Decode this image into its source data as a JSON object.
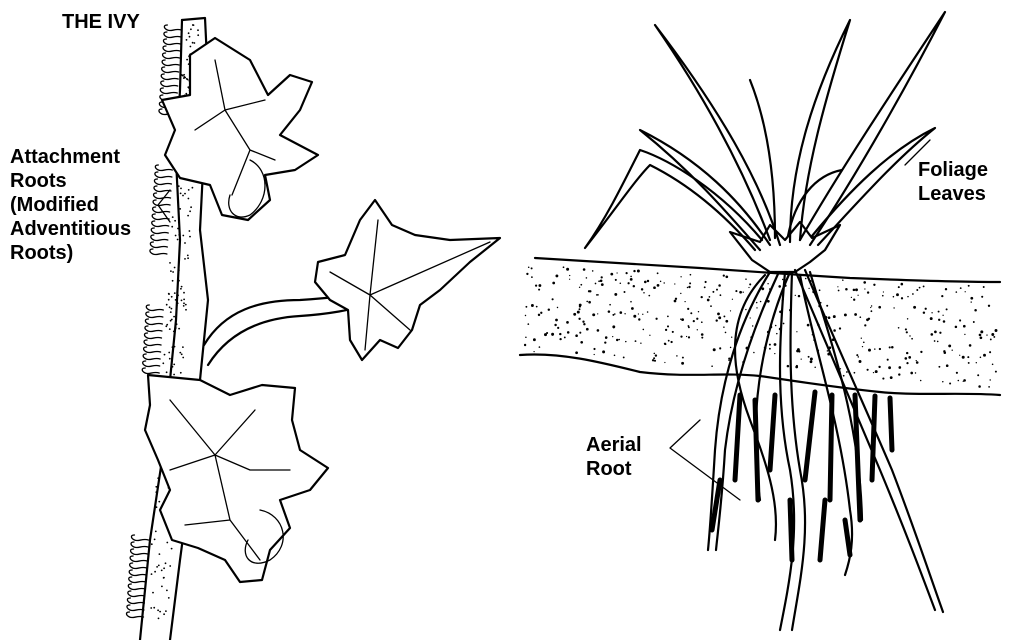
{
  "ivy": {
    "title": "THE IVY",
    "attachment_label": [
      "Attachment",
      "Roots",
      "(Modified",
      "Adventitious",
      "Roots)"
    ]
  },
  "plant": {
    "foliage_label": [
      "Foliage",
      "Leaves"
    ],
    "aerial_label": [
      "Aerial",
      "Root"
    ]
  },
  "icons": [
    "ivy-stem-illustration",
    "ivy-leaf-illustration",
    "grass-plant-illustration",
    "soil-layer-illustration",
    "aerial-roots-illustration"
  ]
}
